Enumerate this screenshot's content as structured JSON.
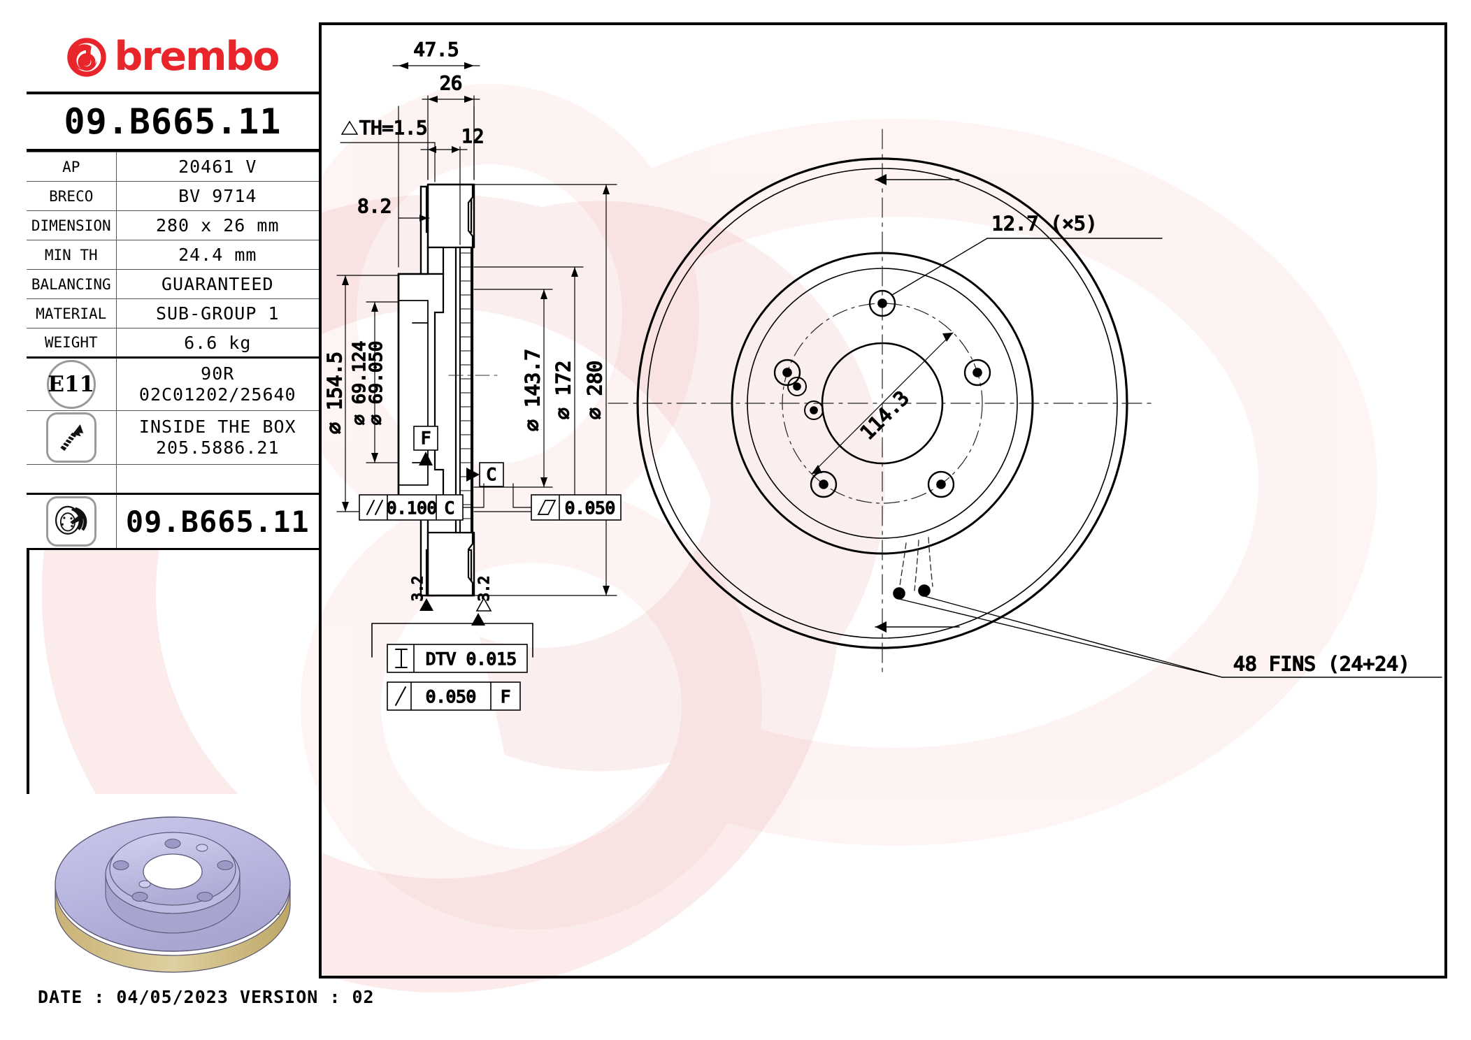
{
  "brand": {
    "name": "brembo",
    "logo_icon": "brembo-logo-icon",
    "color": "#E8252A"
  },
  "part_number": "09.B665.11",
  "specs": [
    {
      "key": "AP",
      "value": "20461 V"
    },
    {
      "key": "BRECO",
      "value": "BV 9714"
    },
    {
      "key": "DIMENSION",
      "value": "280 x 26 mm"
    },
    {
      "key": "MIN TH",
      "value": "24.4 mm"
    },
    {
      "key": "BALANCING",
      "value": "GUARANTEED"
    },
    {
      "key": "MATERIAL",
      "value": "SUB-GROUP 1"
    },
    {
      "key": "WEIGHT",
      "value": "6.6 kg"
    }
  ],
  "homologation": {
    "badge": "E11",
    "badge_icon": "e11-approval-icon",
    "line1": "90R",
    "line2": "02C01202/25640"
  },
  "accessory": {
    "icon": "screw-icon",
    "line1": "INSIDE THE BOX",
    "line2": "205.5886.21"
  },
  "disc_row": {
    "icon": "brake-disc-icon",
    "value": "09.B665.11"
  },
  "photo": {
    "icon": "brake-disc-render",
    "alt": "ventilated brake disc 3D render"
  },
  "footer": {
    "date_label": "DATE :",
    "date": "04/05/2023",
    "version_label": "VERSION :",
    "version": "02"
  },
  "drawing": {
    "section_dims": {
      "overall_width": "47.5",
      "hat_width": "26",
      "th_tolerance": "TH=1.5",
      "flange_thickness": "12",
      "hat_offset": "8.2",
      "outer_dia": "280",
      "swept_dia": "172",
      "inner_dia": "143.7",
      "hub_dia_max": "69.124",
      "hub_dia_min": "69.050",
      "pcd_overall": "154.5",
      "chamfer_left": "3.2",
      "chamfer_right": "3.2"
    },
    "datums": {
      "f": "F",
      "c": "C"
    },
    "tolerances": [
      {
        "symbol": "parallelism",
        "value": "0.100",
        "datum": "C"
      },
      {
        "symbol": "flatness",
        "value": "0.050",
        "datum": ""
      },
      {
        "symbol": "dtv",
        "value": "DTV 0.015",
        "datum": ""
      },
      {
        "symbol": "runout",
        "value": "0.050",
        "datum": "F"
      }
    ],
    "face_view": {
      "bolt_hole_dia": "12.7 (×5)",
      "bolt_circle": "114.3",
      "fins": "48 FINS (24+24)"
    }
  }
}
